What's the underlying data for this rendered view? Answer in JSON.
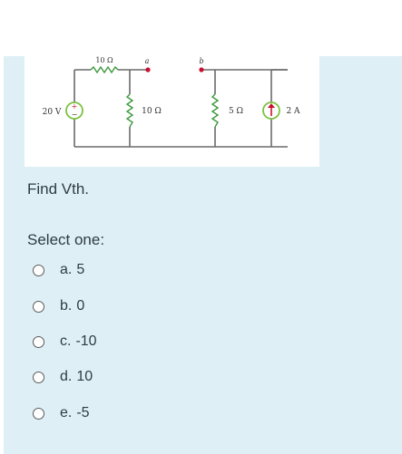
{
  "question": {
    "figure": {
      "source_label": "20 V",
      "r_top_label": "10 Ω",
      "r_mid_label": "10 Ω",
      "r_right_label": "5 Ω",
      "current_label": "2 A",
      "terminal_a": "a",
      "terminal_b": "b"
    },
    "text": "Find Vth.",
    "select_label": "Select one:",
    "options": [
      {
        "letter": "a.",
        "text": "5"
      },
      {
        "letter": "b.",
        "text": "0"
      },
      {
        "letter": "c.",
        "text": "-10"
      },
      {
        "letter": "d.",
        "text": "10"
      },
      {
        "letter": "e.",
        "text": "-5"
      }
    ]
  },
  "colors": {
    "panel_bg": "#def0f6",
    "wire": "#6a6a6a",
    "source_ring": "#7cc242",
    "terminal": "#c8102e",
    "text": "#2f3b44"
  }
}
